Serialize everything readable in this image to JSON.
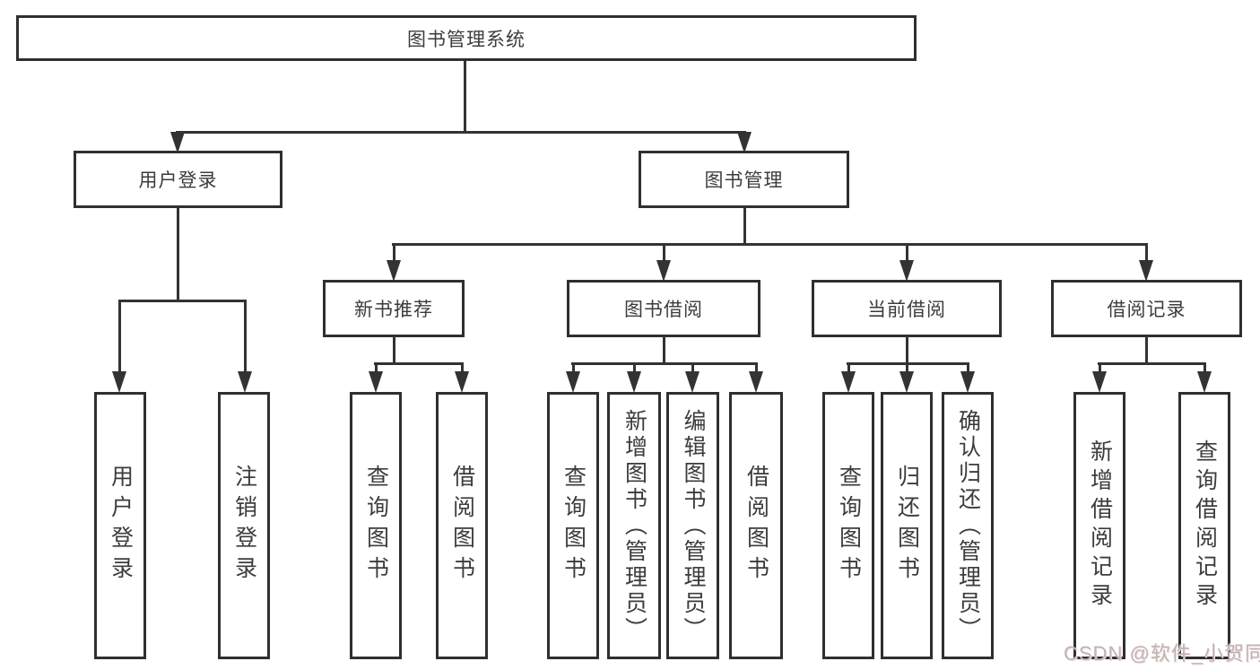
{
  "tree": {
    "root": {
      "label": "图书管理系统"
    },
    "branches": [
      {
        "label": "用户登录",
        "children": [
          {
            "label": "用户登录"
          },
          {
            "label": "注销登录"
          }
        ]
      },
      {
        "label": "图书管理",
        "children": [
          {
            "label": "新书推荐",
            "children": [
              {
                "label": "查询图书"
              },
              {
                "label": "借阅图书"
              }
            ]
          },
          {
            "label": "图书借阅",
            "children": [
              {
                "label": "查询图书"
              },
              {
                "label": "新增图书（管理员）"
              },
              {
                "label": "编辑图书（管理员）"
              },
              {
                "label": "借阅图书"
              }
            ]
          },
          {
            "label": "当前借阅",
            "children": [
              {
                "label": "查询图书"
              },
              {
                "label": "归还图书"
              },
              {
                "label": "确认归还（管理员）"
              }
            ]
          },
          {
            "label": "借阅记录",
            "children": [
              {
                "label": "新增借阅记录"
              },
              {
                "label": "查询借阅记录"
              }
            ]
          }
        ]
      }
    ]
  },
  "watermark": "CSDN @软件_小贺同学",
  "colors": {
    "line": "#333333",
    "text": "#3c3c3c",
    "watermark": "#c2b3b3"
  }
}
